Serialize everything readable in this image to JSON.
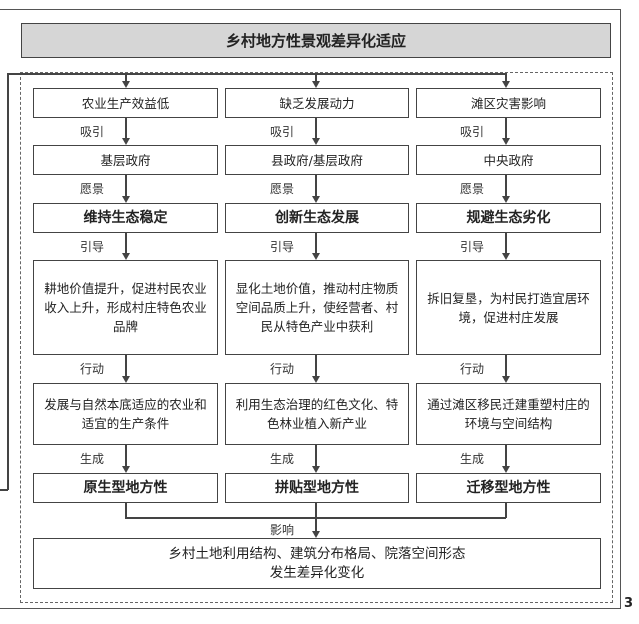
{
  "title": "乡村地方性景观差异化适应",
  "columns": [
    {
      "cause": "农业生产效益低",
      "attract_label": "吸引",
      "actor": "基层政府",
      "vision_label": "愿景",
      "vision": "维持生态稳定",
      "guide_label": "引导",
      "goal": "耕地价值提升，促进村民农业收入上升，形成村庄特色农业品牌",
      "action_label": "行动",
      "action": "发展与自然本底适应的农业和适宜的生产条件",
      "generate_label": "生成",
      "result": "原生型地方性"
    },
    {
      "cause": "缺乏发展动力",
      "attract_label": "吸引",
      "actor": "县政府/基层政府",
      "vision_label": "愿景",
      "vision": "创新生态发展",
      "guide_label": "引导",
      "goal": "显化土地价值，推动村庄物质空间品质上升，使经营者、村民从特色产业中获利",
      "action_label": "行动",
      "action": "利用生态治理的红色文化、特色林业植入新产业",
      "generate_label": "生成",
      "result": "拼贴型地方性"
    },
    {
      "cause": "滩区灾害影响",
      "attract_label": "吸引",
      "actor": "中央政府",
      "vision_label": "愿景",
      "vision": "规避生态劣化",
      "guide_label": "引导",
      "goal": "拆旧复垦，为村民打造宜居环境，促进村庄发展",
      "action_label": "行动",
      "action": "通过滩区移民迁建重塑村庄的环境与空间结构",
      "generate_label": "生成",
      "result": "迁移型地方性"
    }
  ],
  "influence_label": "影响",
  "outcome": "乡村土地利用结构、建筑分布格局、院落空间形态\n发生差异化变化",
  "page_number": "3"
}
